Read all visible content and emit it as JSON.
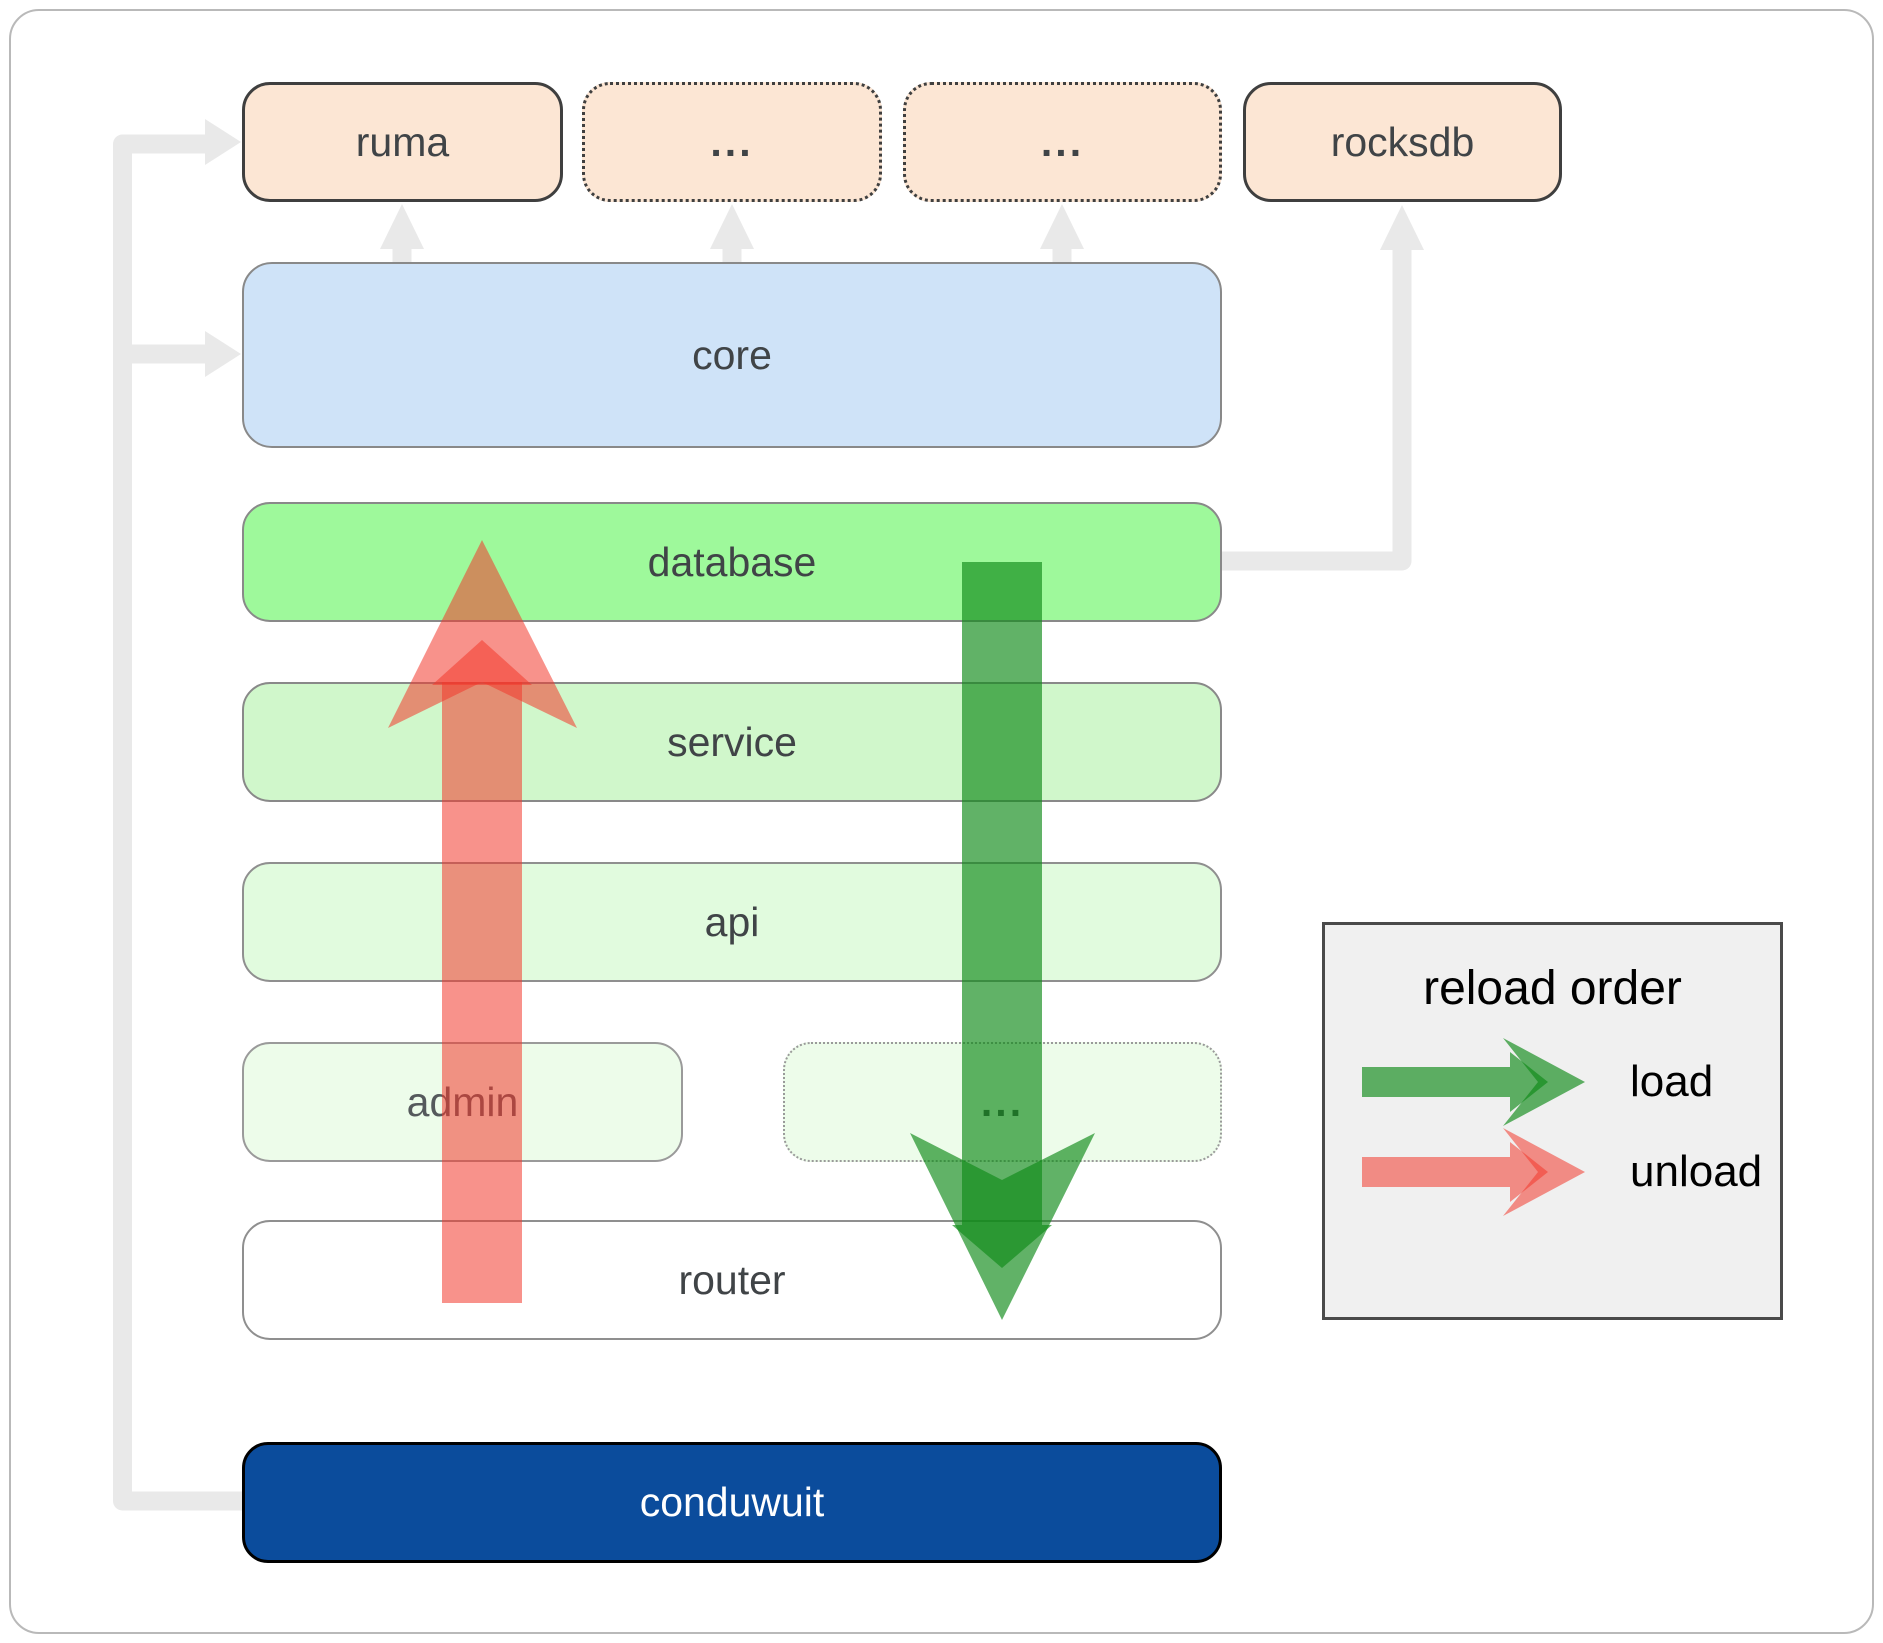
{
  "boxes": {
    "ruma": "ruma",
    "dots_top_1": "...",
    "dots_top_2": "...",
    "rocksdb": "rocksdb",
    "core": "core",
    "database": "database",
    "service": "service",
    "api": "api",
    "admin": "admin",
    "dots_bottom": "...",
    "router": "router",
    "conduwuit": "conduwuit"
  },
  "legend": {
    "title": "reload order",
    "load_label": "load",
    "unload_label": "unload"
  },
  "colors": {
    "load_green": "#0f8a18",
    "unload_red": "#f2392c",
    "conduwuit_blue": "#0b4c9c",
    "box_peach": "#fce6d4",
    "core_blue": "#cfe3f8",
    "database_green": "#9ef99b",
    "service_green": "#d0f7cb",
    "api_green": "#e1fbde",
    "admin_green": "#edfcea",
    "connector_gray": "#e9e9e9",
    "legend_bg": "#f0f0f0"
  }
}
